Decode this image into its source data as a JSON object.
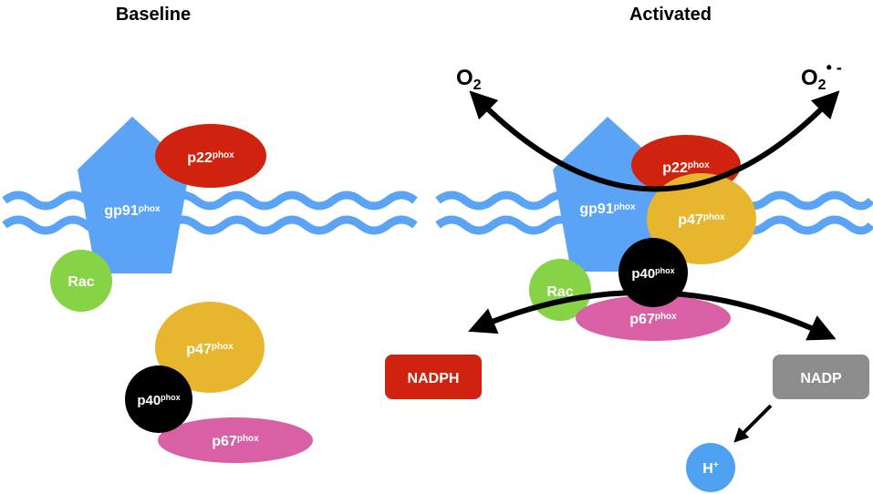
{
  "panels": {
    "baseline": {
      "title": "Baseline"
    },
    "activated": {
      "title": "Activated"
    }
  },
  "proteins": {
    "gp91": {
      "base": "gp91",
      "sup": "phox"
    },
    "p22": {
      "base": "p22",
      "sup": "phox"
    },
    "p47": {
      "base": "p47",
      "sup": "phox"
    },
    "p40": {
      "base": "p40",
      "sup": "phox"
    },
    "p67": {
      "base": "p67",
      "sup": "phox"
    },
    "rac": {
      "label": "Rac"
    }
  },
  "molecules": {
    "o2": {
      "base": "O",
      "sub": "2"
    },
    "superoxide": {
      "base": "O",
      "sub": "2",
      "sup": "• -"
    },
    "nadph": {
      "label": "NADPH"
    },
    "nadp": {
      "label": "NADP"
    },
    "proton": {
      "base": "H",
      "sup": "+"
    }
  },
  "colors": {
    "membrane": "#5ba4f5",
    "gp91": "#5ba4f5",
    "p22": "#d0230f",
    "p47": "#e8b52e",
    "p40": "#000000",
    "p67": "#d960a4",
    "rac": "#86d346",
    "nadph": "#d0230f",
    "nadp": "#8c8c8c",
    "proton": "#4ea1f0"
  }
}
